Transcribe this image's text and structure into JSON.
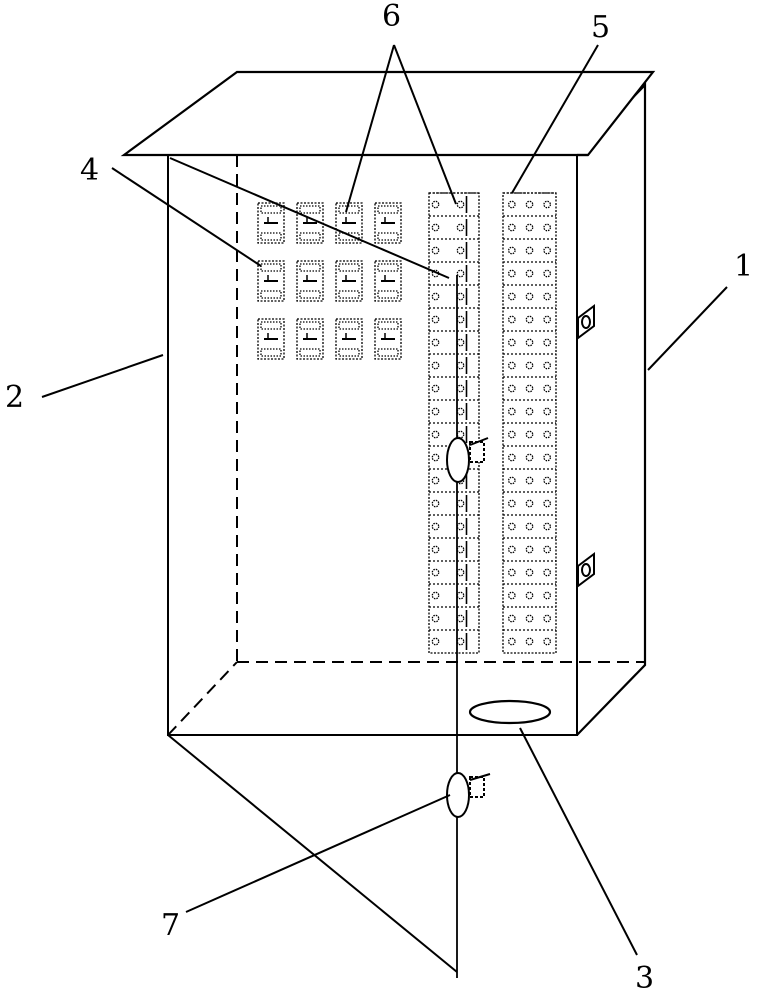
{
  "labels": {
    "l1": "1",
    "l2": "2",
    "l3": "3",
    "l4": "4",
    "l5": "5",
    "l6": "6",
    "l7": "7"
  },
  "breaker_rows": 3,
  "breaker_cols": 4,
  "terminal_rows": 20,
  "colors": {
    "line": "#000000",
    "background": "#ffffff"
  }
}
